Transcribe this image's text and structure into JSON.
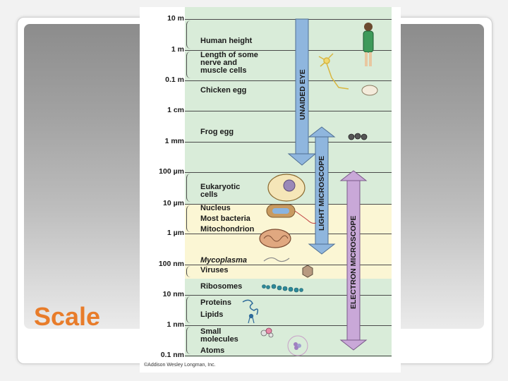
{
  "slide": {
    "title": "Scale",
    "accent_color": "#e87c2a"
  },
  "figure": {
    "credit": "©Addison Wesley Longman, Inc.",
    "scale_ticks": [
      "10 m",
      "1 m",
      "0.1 m",
      "1 cm",
      "1 mm",
      "100 µm",
      "10 µm",
      "1 µm",
      "100 nm",
      "10 nm",
      "1 nm",
      "0.1 nm"
    ],
    "items": [
      {
        "label": "Human height",
        "italic": false
      },
      {
        "label": "Length of some\nnerve and\nmuscle cells",
        "italic": false
      },
      {
        "label": "Chicken egg",
        "italic": false
      },
      {
        "label": "Frog egg",
        "italic": false
      },
      {
        "label": "Eukaryotic\ncells",
        "italic": false
      },
      {
        "label": "Nucleus",
        "italic": false
      },
      {
        "label": "Most bacteria",
        "italic": false
      },
      {
        "label": "Mitochondrion",
        "italic": false
      },
      {
        "label": "Mycoplasma",
        "italic": true
      },
      {
        "label": "Viruses",
        "italic": false
      },
      {
        "label": "Ribosomes",
        "italic": false
      },
      {
        "label": "Proteins",
        "italic": false
      },
      {
        "label": "Lipids",
        "italic": false
      },
      {
        "label": "Small\nmolecules",
        "italic": false
      },
      {
        "label": "Atoms",
        "italic": false
      }
    ],
    "ranges": [
      {
        "label": "UNAIDED EYE"
      },
      {
        "label": "LIGHT MICROSCOPE"
      },
      {
        "label": "ELECTRON MICROSCOPE"
      }
    ],
    "colors": {
      "background": "#d9ecd9",
      "highlight_band": "#fbf6d4",
      "unaided_eye_arrow": "#8fb6de",
      "light_microscope_arrow": "#8fb6de",
      "electron_microscope_arrow": "#c9a8d8"
    },
    "icons": [
      "woman-icon",
      "neuron-icon",
      "chicken-egg-icon",
      "frog-eggs-icon",
      "eukaryotic-cell-icon",
      "bacterium-icon",
      "mitochondrion-icon",
      "mycoplasma-icon",
      "virus-icon",
      "ribosomes-icon",
      "protein-icon",
      "lipid-icon",
      "small-molecule-icon",
      "atom-icon"
    ]
  }
}
